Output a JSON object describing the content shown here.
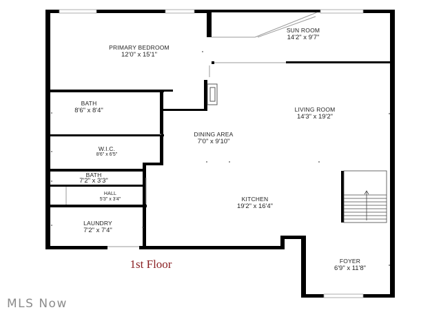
{
  "floor_label": "1st Floor",
  "watermark": "MLS Now",
  "rooms": {
    "primary_bedroom": {
      "name": "PRIMARY BEDROOM",
      "dims": "12'0\" x 15'1\""
    },
    "sun_room": {
      "name": "SUN ROOM",
      "dims": "14'2\" x 9'7\""
    },
    "bath_upper": {
      "name": "BATH",
      "dims": "8'6\" x 8'4\""
    },
    "living_room": {
      "name": "LIVING ROOM",
      "dims": "14'3\" x 19'2\""
    },
    "dining_area": {
      "name": "DINING AREA",
      "dims": "7'0\" x 9'10\""
    },
    "wic": {
      "name": "W.I.C.",
      "dims": "8'6\" x 6'5\""
    },
    "bath_lower": {
      "name": "BATH",
      "dims": "7'2\" x 3'3\""
    },
    "hall": {
      "name": "HALL",
      "dims": "5'3\" x 3'4\""
    },
    "kitchen": {
      "name": "KITCHEN",
      "dims": "19'2\" x 16'4\""
    },
    "laundry": {
      "name": "LAUNDRY",
      "dims": "7'2\" x 7'4\""
    },
    "foyer": {
      "name": "FOYER",
      "dims": "6'9\" x 11'8\""
    }
  }
}
